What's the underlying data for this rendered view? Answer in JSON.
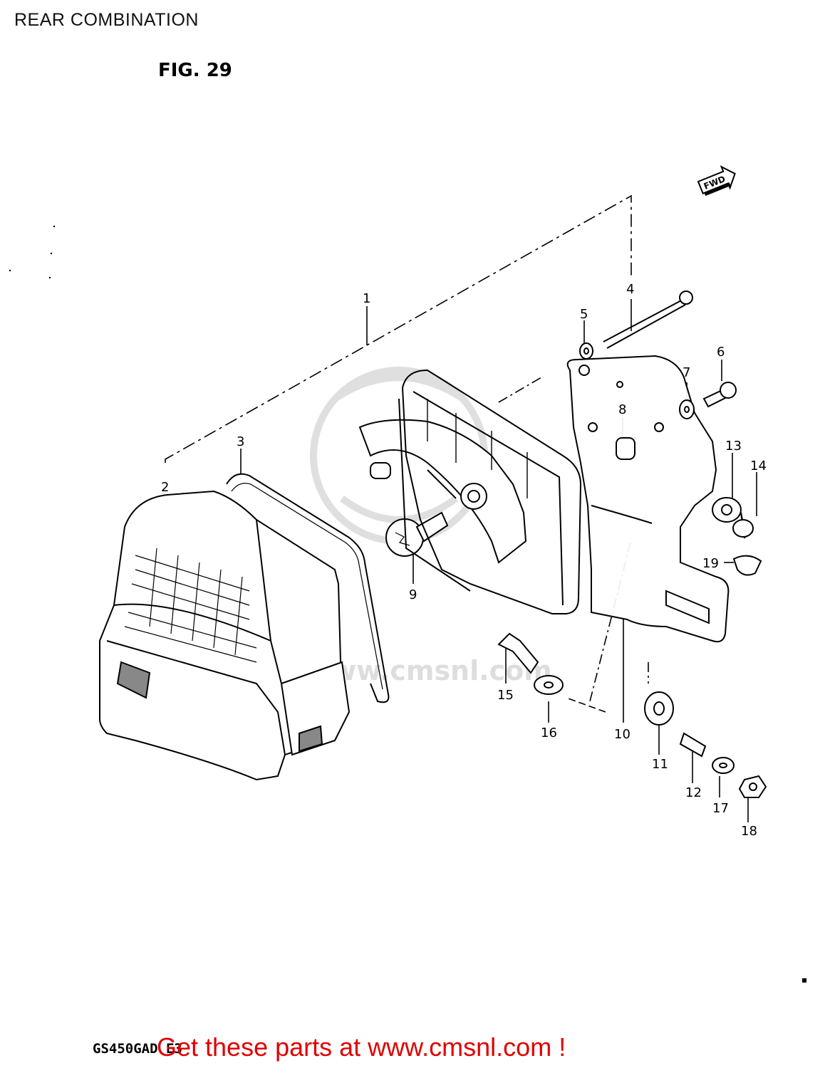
{
  "header": {
    "title": "REAR COMBINATION",
    "figure": "FIG. 29"
  },
  "fwd_label": "FWD",
  "watermark": {
    "text": "www.cmsnl.com"
  },
  "callouts": [
    {
      "no": "1"
    },
    {
      "no": "2"
    },
    {
      "no": "3"
    },
    {
      "no": "4"
    },
    {
      "no": "5"
    },
    {
      "no": "6"
    },
    {
      "no": "7"
    },
    {
      "no": "8"
    },
    {
      "no": "9"
    },
    {
      "no": "10"
    },
    {
      "no": "11"
    },
    {
      "no": "12"
    },
    {
      "no": "13"
    },
    {
      "no": "14"
    },
    {
      "no": "15"
    },
    {
      "no": "16"
    },
    {
      "no": "17"
    },
    {
      "no": "18"
    },
    {
      "no": "19"
    }
  ],
  "footer": {
    "model": "GS450GAD E3",
    "cta": "Get these parts at www.cmsnl.com !",
    "cta_color": "#e00000"
  }
}
